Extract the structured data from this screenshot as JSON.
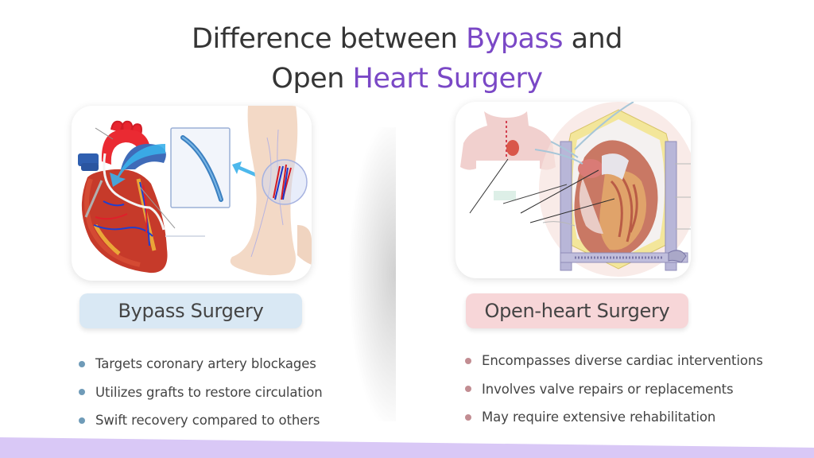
{
  "title": {
    "line1_pre": "Difference between ",
    "line1_accent": "Bypass",
    "line1_post": " and",
    "line2_pre": "Open ",
    "line2_accent": "Heart Surgery"
  },
  "colors": {
    "accent": "#7a48c6",
    "bypass_pill_bg": "#d9e8f4",
    "open_heart_pill_bg": "#f7d6d8",
    "bypass_bullet": "#6f9bb8",
    "open_heart_bullet": "#c28d92",
    "bottom_band": "#d9c8f6"
  },
  "left_column": {
    "image_alt": "Coronary bypass illustration: heart with graft and leg vein harvest",
    "label": "Bypass Surgery",
    "bullets": [
      "Targets coronary artery blockages",
      "Utilizes grafts to restore circulation",
      "Swift recovery compared to others"
    ]
  },
  "right_column": {
    "image_alt": "Open-heart surgery illustration: sternotomy with retractor exposing heart",
    "label": "Open-heart Surgery",
    "bullets": [
      "Encompasses diverse cardiac interventions",
      "Involves valve repairs or replacements",
      "May require extensive rehabilitation"
    ]
  }
}
